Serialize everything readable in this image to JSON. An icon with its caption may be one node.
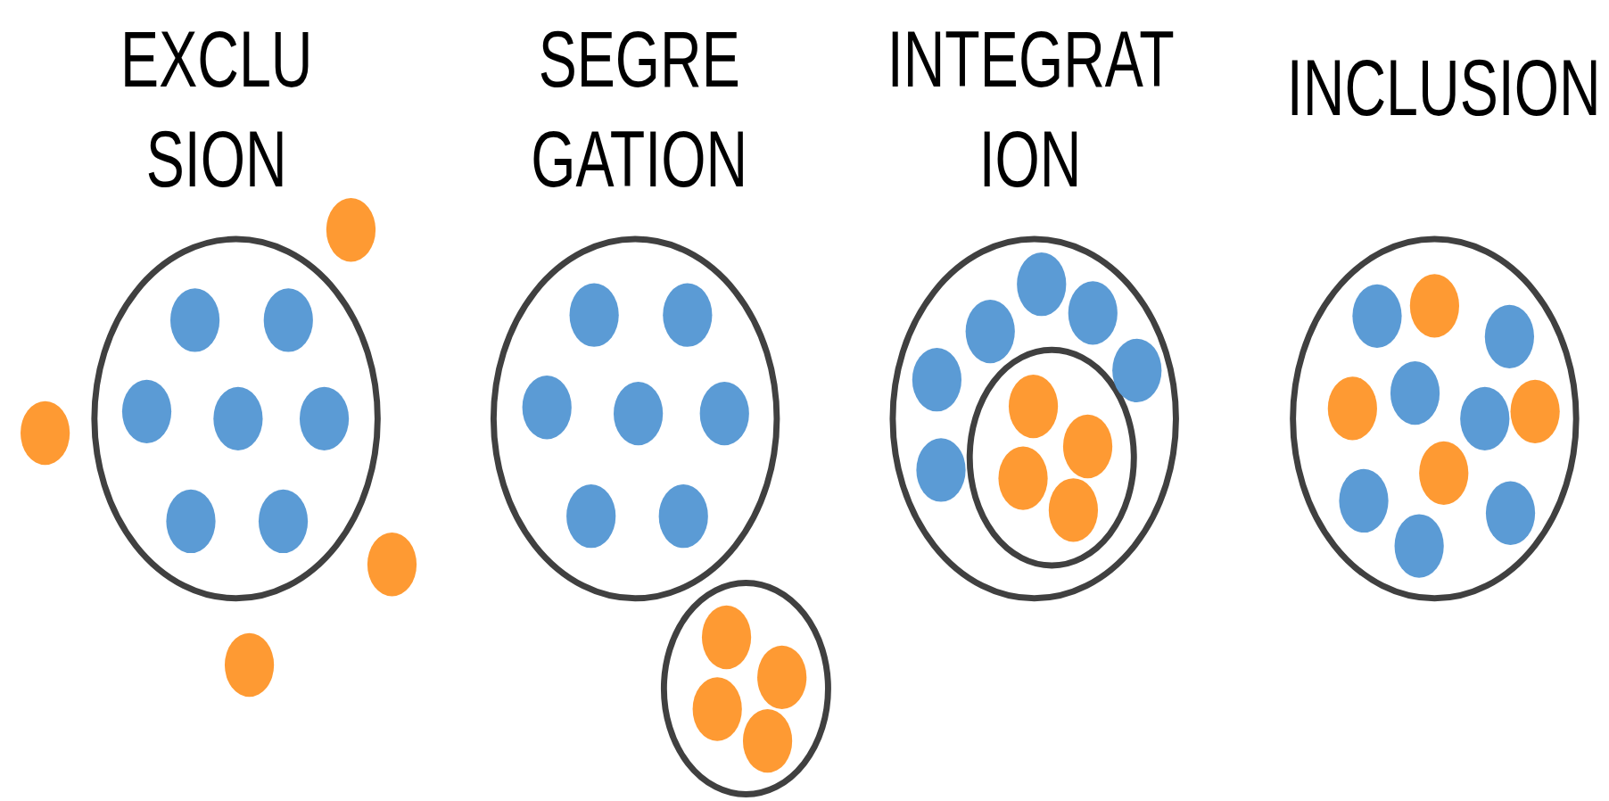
{
  "diagram": {
    "labels": [
      "EXCLU SION",
      "SEGRE GATION",
      "INTEGRAT ION",
      "INCLUSION"
    ]
  }
}
